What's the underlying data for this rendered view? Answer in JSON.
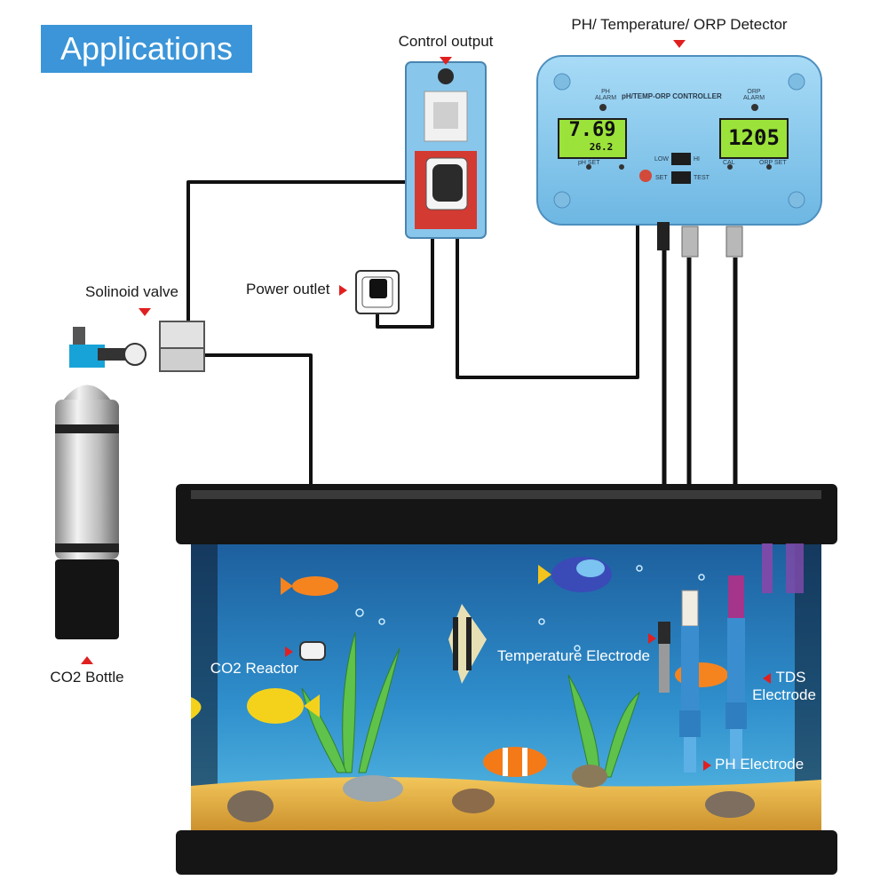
{
  "title": "Applications",
  "labels": {
    "control_output": "Control output",
    "detector": "PH/ Temperature/ ORP Detector",
    "solenoid_valve": "Solinoid valve",
    "power_outlet": "Power outlet",
    "co2_bottle": "CO2 Bottle",
    "co2_reactor": "CO2 Reactor",
    "temperature_electrode": "Temperature Electrode",
    "tds_electrode_line1": "TDS",
    "tds_electrode_line2": "Electrode",
    "ph_electrode": "PH Electrode"
  },
  "controller": {
    "panel_title": "pH/TEMP-ORP CONTROLLER",
    "ph_alarm": "PH ALARM",
    "orp_alarm": "ORP ALARM",
    "ph_value": "7.69",
    "temp_value": "26.2",
    "orp_value": "1205",
    "cal": "CAL",
    "set": "SET",
    "test": "TEST",
    "low": "LOW",
    "hi": "HI",
    "ph_set": "pH SET",
    "orp_set": "ORP SET"
  },
  "colors": {
    "badge": "#3b95d8",
    "arrow": "#e02020",
    "controller_body": "#8ecbef",
    "lcd": "#9be23a",
    "water_top": "#1f6fae",
    "water_bottom": "#3aa5d8",
    "sand": "#e8b54a",
    "cable": "#111111"
  }
}
